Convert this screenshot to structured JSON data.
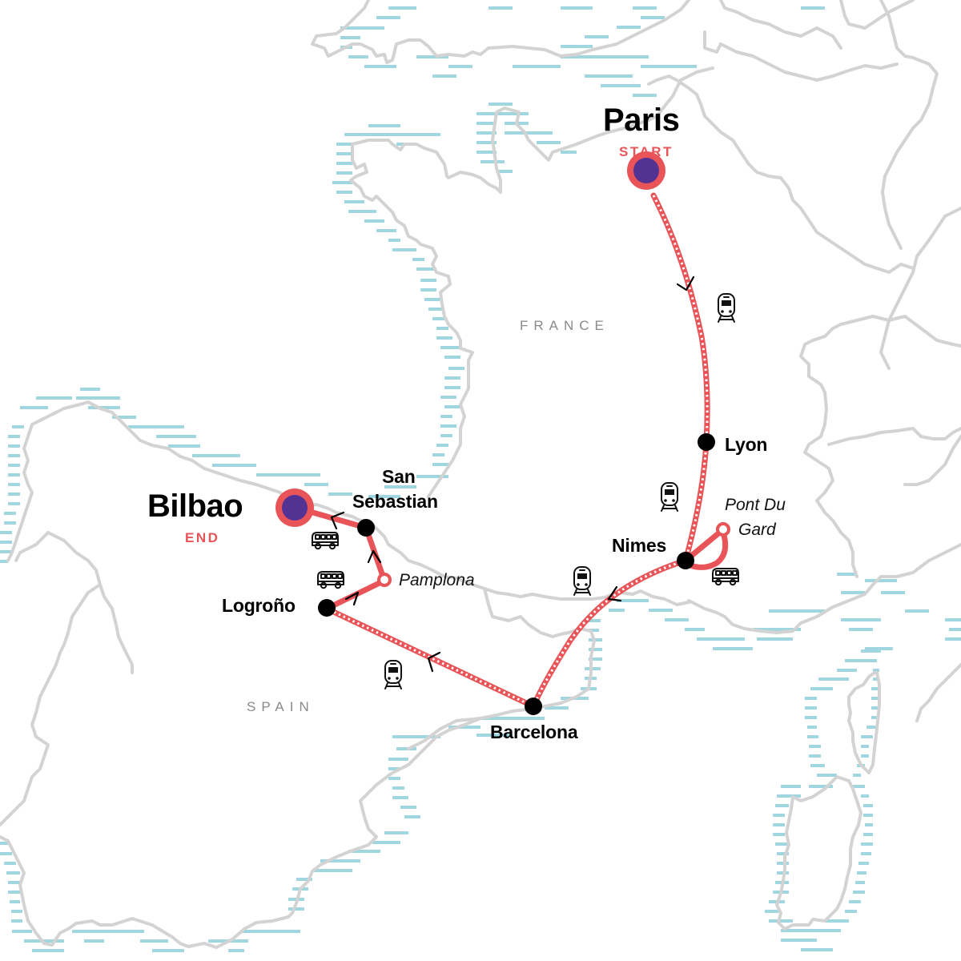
{
  "map": {
    "title": "Paris to Bilbao route map",
    "colors": {
      "route": "#e85457",
      "endpoint_fill": "#523394",
      "stop": "#000000",
      "border": "#d3d3d3",
      "sea": "#9fd6df",
      "country_label": "#8a8a8a"
    },
    "countries": [
      {
        "name": "FRANCE"
      },
      {
        "name": "SPAIN"
      }
    ],
    "start": {
      "city": "Paris",
      "tag": "START"
    },
    "end": {
      "city": "Bilbao",
      "tag": "END"
    },
    "stops": [
      {
        "name": "Lyon",
        "type": "overnight"
      },
      {
        "name": "Nimes",
        "type": "overnight"
      },
      {
        "name": "Pont Du Gard",
        "line1": "Pont Du",
        "line2": "Gard",
        "type": "sightseeing"
      },
      {
        "name": "Barcelona",
        "type": "overnight"
      },
      {
        "name": "Logroño",
        "type": "overnight"
      },
      {
        "name": "Pamplona",
        "type": "sightseeing"
      },
      {
        "name": "San Sebastian",
        "line1": "San",
        "line2": "Sebastian",
        "type": "overnight"
      }
    ],
    "legs": [
      {
        "from": "Paris",
        "to": "Lyon",
        "transport": "train"
      },
      {
        "from": "Lyon",
        "to": "Nimes",
        "transport": "train"
      },
      {
        "from": "Nimes",
        "to": "Pont Du Gard",
        "transport": "bus"
      },
      {
        "from": "Nimes",
        "to": "Barcelona",
        "transport": "train"
      },
      {
        "from": "Barcelona",
        "to": "Logroño",
        "transport": "train"
      },
      {
        "from": "Logroño",
        "to": "Pamplona",
        "transport": "bus"
      },
      {
        "from": "Pamplona",
        "to": "San Sebastian",
        "transport": "bus"
      },
      {
        "from": "San Sebastian",
        "to": "Bilbao",
        "transport": "bus"
      }
    ]
  }
}
